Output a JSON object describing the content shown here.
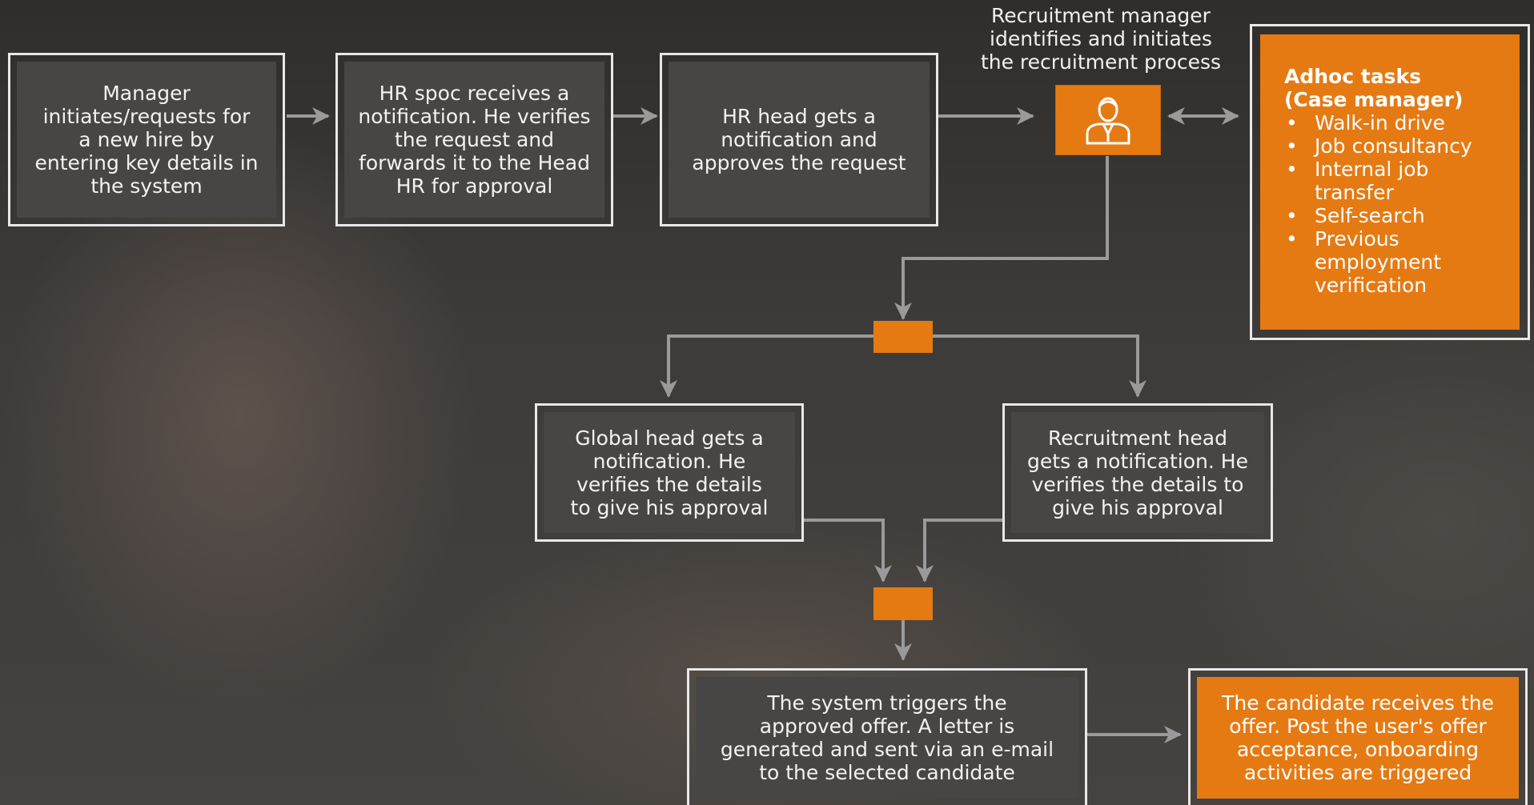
{
  "nodes": {
    "manager_request": "Manager\ninitiates/requests for\na new hire by\nentering key details in\nthe system",
    "hr_spoc": "HR spoc receives a\nnotification. He verifies\nthe request and\nforwards it to the Head\nHR for approval",
    "hr_head": "HR head gets a\nnotification and\napproves the request",
    "recruitment_manager_caption": "Recruitment manager\nidentifies and initiates\nthe recruitment process",
    "global_head": "Global head gets a\nnotification. He\nverifies the details\nto give his approval",
    "recruitment_head": "Recruitment head\ngets a notification. He\nverifies the details to\ngive his approval",
    "system_offer": "The system triggers the\napproved offer. A letter is\ngenerated and sent via an e-mail\nto the selected candidate",
    "candidate_offer": "The candidate receives the\noffer. Post the user's offer\nacceptance, onboarding\nactivities are triggered"
  },
  "adhoc": {
    "title": "Adhoc tasks\n(Case manager)",
    "items": [
      "Walk-in drive",
      "Job consultancy",
      "Internal job\ntransfer",
      "Self-search",
      "Previous\nemployment\nverification"
    ]
  },
  "icons": {
    "recruitment_manager": "person-icon"
  },
  "colors": {
    "accent": "#e57a13",
    "box": "#474645",
    "border": "#e8e8e8",
    "arrow": "#9a9a9a"
  }
}
